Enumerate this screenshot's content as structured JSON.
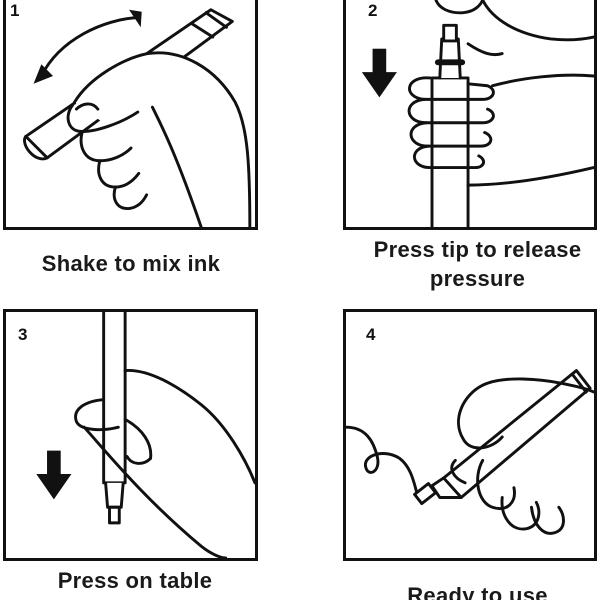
{
  "panels": [
    {
      "number": "1",
      "caption": "Shake to mix ink"
    },
    {
      "number": "2",
      "caption": "Press tip to release pressure"
    },
    {
      "number": "3",
      "caption": "Press on table"
    },
    {
      "number": "4",
      "caption": "Ready to use"
    }
  ],
  "icons": {
    "panel1": [
      "hand-icon",
      "marker-icon",
      "curved-double-arrow-icon"
    ],
    "panel2": [
      "hand-icon",
      "marker-icon",
      "down-arrow-icon"
    ],
    "panel3": [
      "hand-icon",
      "marker-icon",
      "down-arrow-icon"
    ],
    "panel4": [
      "hand-icon",
      "marker-icon",
      "ink-scribble-icon"
    ]
  },
  "colors": {
    "line": "#111111",
    "background": "#ffffff"
  }
}
